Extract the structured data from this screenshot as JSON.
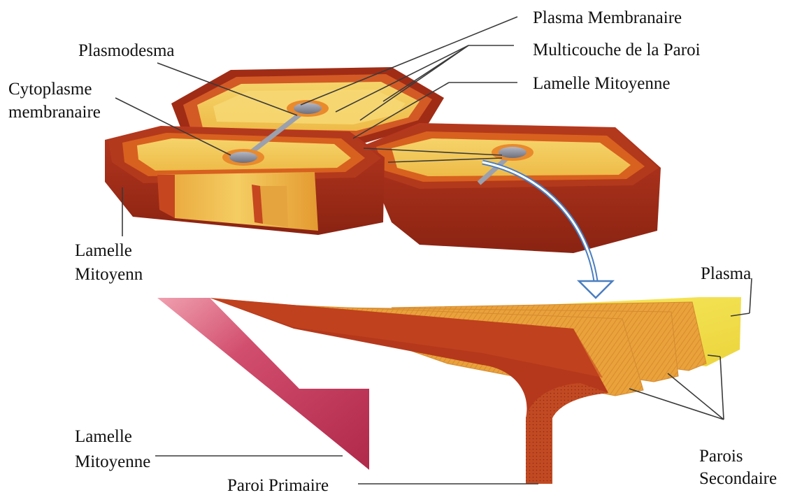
{
  "labels": {
    "plasma_membranaire": "Plasma Membranaire",
    "plasmodesma": "Plasmodesma",
    "multicouche": "Multicouche de la Paroi",
    "cytoplasme_line1": "Cytoplasme",
    "cytoplasme_line2": "membranaire",
    "lamelle_mitoyenne_top": "Lamelle Mitoyenne",
    "lamelle_left_line1": "Lamelle",
    "lamelle_left_line2": "Mitoyenn",
    "plasma": "Plasma",
    "lamelle_bottom_line1": "Lamelle",
    "lamelle_bottom_line2": "Mitoyenne",
    "paroi_primaire": "Paroi Primaire",
    "parois_line1": "Parois",
    "parois_line2": "Secondaire"
  },
  "colors": {
    "lamella_dark": "#9c2a16",
    "lamella_red": "#c0442a",
    "primary_wall": "#d8641e",
    "secondary_wall": "#e9a23c",
    "cytoplasm": "#f3cf63",
    "plasma_yellow": "#f4e64a",
    "pink_lamella": "#c8365a",
    "membrane_grey": "#8d8f9b"
  }
}
